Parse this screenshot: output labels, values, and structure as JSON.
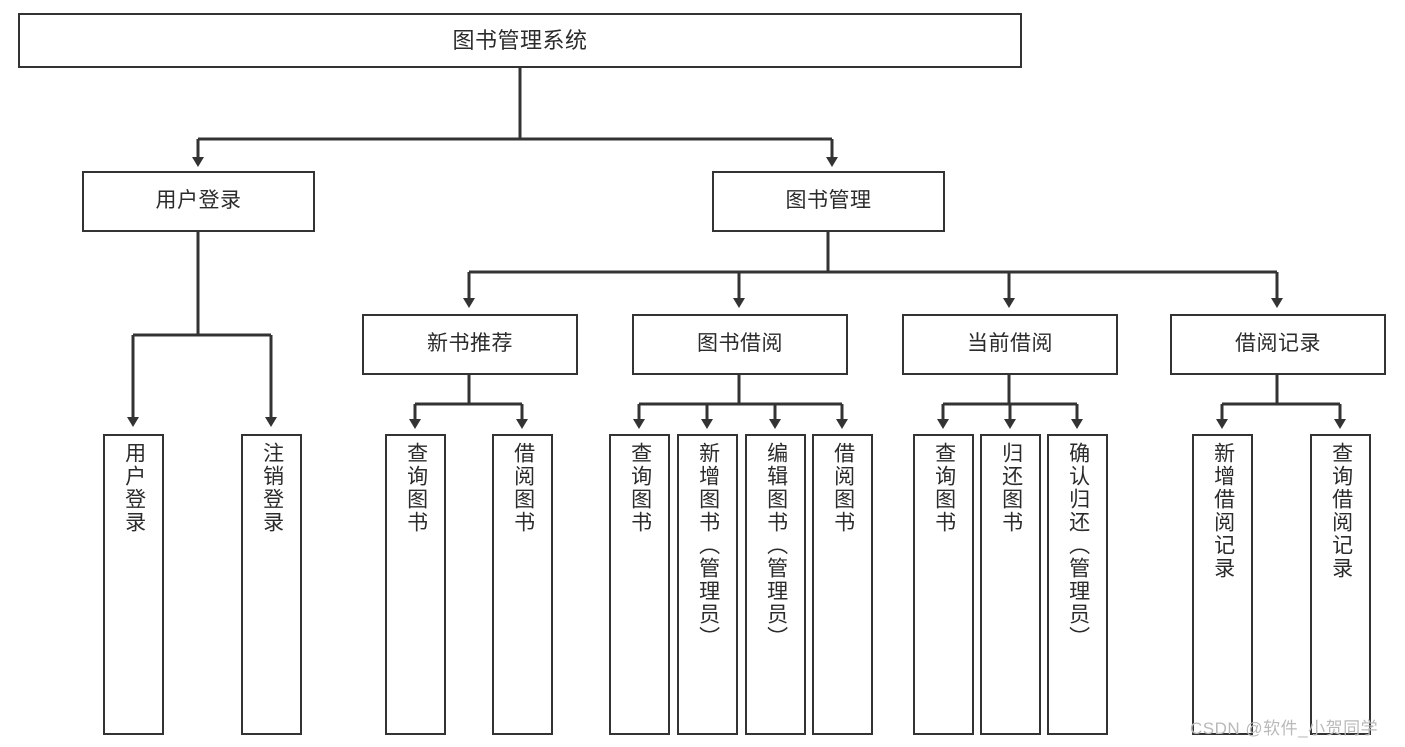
{
  "diagram": {
    "title": "图书管理系统",
    "type": "hierarchy-tree",
    "colors": {
      "box_border": "#333333",
      "box_fill": "#ffffff",
      "connector": "#333333",
      "text": "#2b2b2b",
      "watermark": "#b9b9b9",
      "background": "#ffffff"
    },
    "root": {
      "label": "图书管理系统"
    },
    "level2": [
      {
        "label": "用户登录"
      },
      {
        "label": "图书管理"
      }
    ],
    "level3": [
      {
        "label": "新书推荐"
      },
      {
        "label": "图书借阅"
      },
      {
        "label": "当前借阅"
      },
      {
        "label": "借阅记录"
      }
    ],
    "leaves": {
      "user_login": [
        {
          "label": "用户登录"
        },
        {
          "label": "注销登录"
        }
      ],
      "new_book_recommend": [
        {
          "label": "查询图书"
        },
        {
          "label": "借阅图书"
        }
      ],
      "book_borrow": [
        {
          "label": "查询图书"
        },
        {
          "label": "新增图书（管理员）"
        },
        {
          "label": "编辑图书（管理员）"
        },
        {
          "label": "借阅图书"
        }
      ],
      "current_borrow": [
        {
          "label": "查询图书"
        },
        {
          "label": "归还图书"
        },
        {
          "label": "确认归还（管理员）"
        }
      ],
      "borrow_record": [
        {
          "label": "新增借阅记录"
        },
        {
          "label": "查询借阅记录"
        }
      ]
    }
  },
  "watermark": {
    "text": "CSDN @软件_小贺同学"
  }
}
